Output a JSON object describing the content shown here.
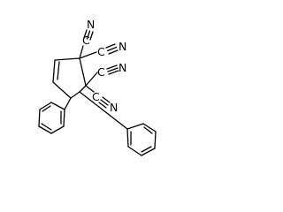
{
  "structure": {
    "nitrile_labels": [
      {
        "carbon": "C",
        "nitrogen": "N"
      },
      {
        "carbon": "C",
        "nitrogen": "N"
      },
      {
        "carbon": "C",
        "nitrogen": "N"
      },
      {
        "carbon": "C",
        "nitrogen": "N"
      }
    ]
  },
  "colors": {
    "bond": "#000000",
    "background": "#ffffff"
  }
}
